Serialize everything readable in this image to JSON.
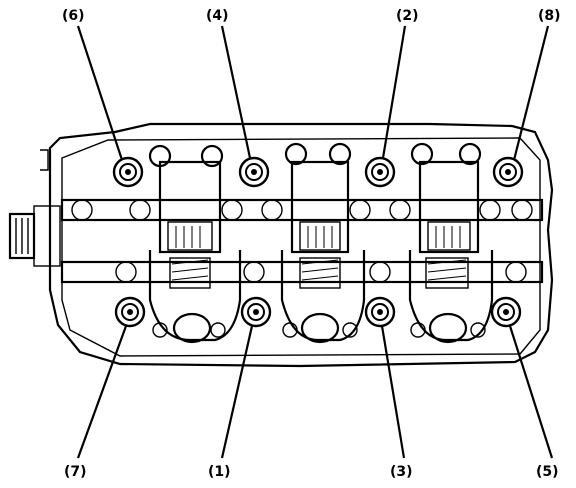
{
  "callouts": {
    "c6": "(6)",
    "c4": "(4)",
    "c2": "(2)",
    "c8": "(8)",
    "c7": "(7)",
    "c1": "(1)",
    "c3": "(3)",
    "c5": "(5)"
  },
  "colors": {
    "line": "#000000",
    "background": "#ffffff"
  }
}
